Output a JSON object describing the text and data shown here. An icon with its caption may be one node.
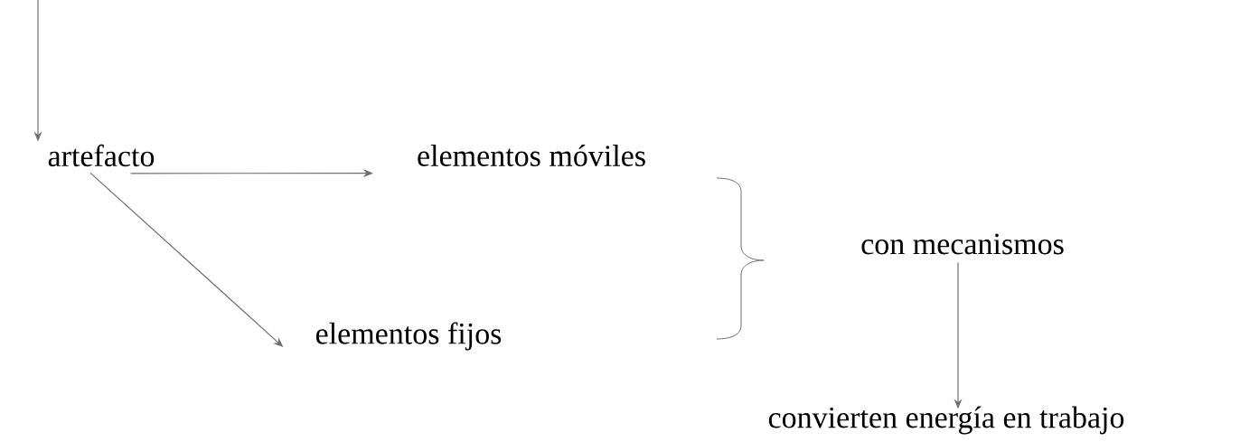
{
  "diagram": {
    "nodes": [
      {
        "text": [
          "artefacto"
        ]
      },
      {
        "text": [
          "elementos móviles"
        ]
      },
      {
        "text": [
          "elementos fijos"
        ]
      },
      {
        "text": [
          "con mecanismos"
        ]
      },
      {
        "text": [
          "convierten energía en trabajo"
        ]
      }
    ],
    "edges": [
      {
        "from": null,
        "to": 0,
        "arrow": "to"
      },
      {
        "from": 0,
        "to": 1,
        "arrow": "to"
      },
      {
        "from": 0,
        "to": 2,
        "arrow": "to"
      },
      {
        "from": 3,
        "to": 4,
        "arrow": "to"
      }
    ]
  }
}
